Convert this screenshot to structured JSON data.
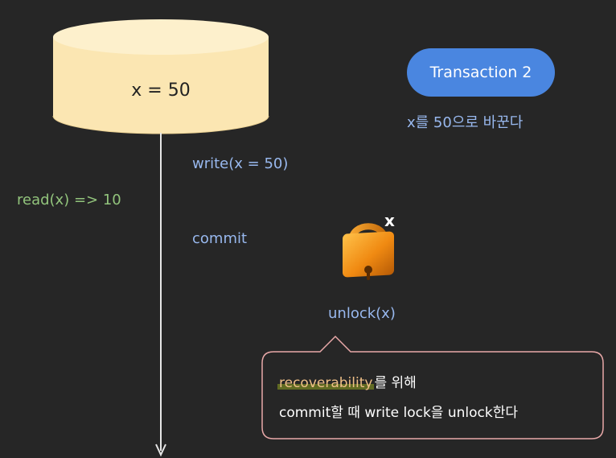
{
  "database": {
    "value_label": "x = 50"
  },
  "transaction": {
    "pill_label": "Transaction 2",
    "subtitle": "x를 50으로 바꾼다"
  },
  "timeline": {
    "write_op": "write(x = 50)",
    "read_op": "read(x) => 10",
    "commit_op": "commit"
  },
  "lock": {
    "x_mark": "x",
    "unlock_label": "unlock(x)"
  },
  "note": {
    "line1_highlight": "recoverability",
    "line1_rest": "를 위해",
    "line2": "commit할 때 write lock을 unlock한다"
  },
  "colors": {
    "background": "#262626",
    "cylinder_fill": "#fbe6b2",
    "pill_blue": "#4a86e0",
    "read_green": "#92c47c",
    "op_blue": "#98b8ee",
    "note_border": "#e8a8a8",
    "highlight": "#606a22"
  }
}
